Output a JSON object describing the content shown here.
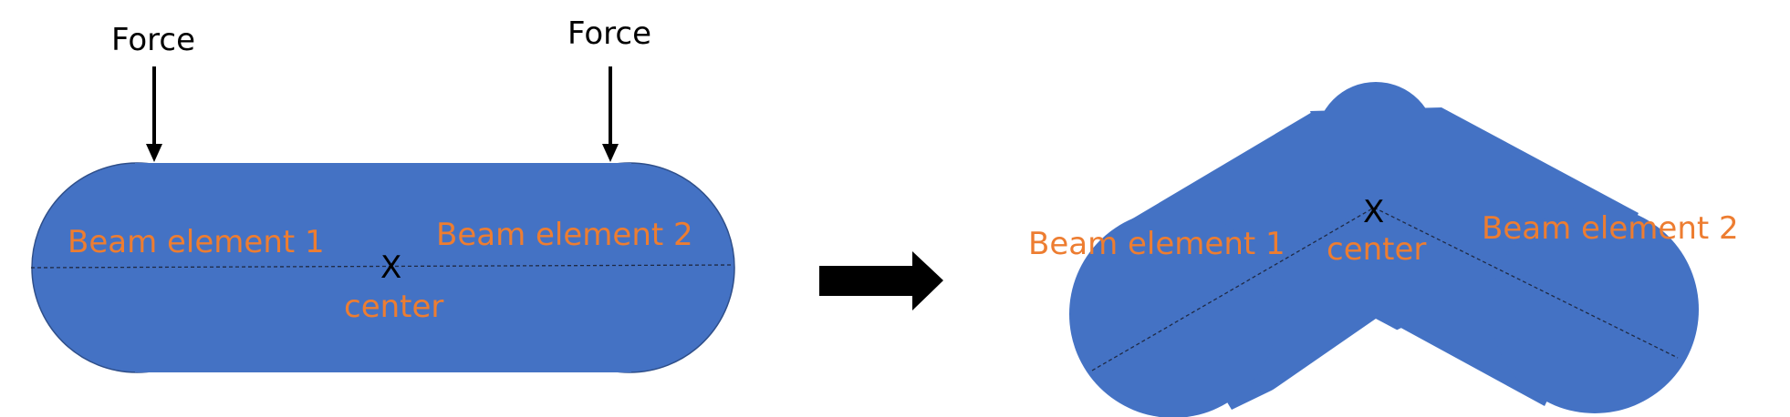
{
  "colors": {
    "beam_fill": "#4472c4",
    "beam_outline": "#2f4f8a",
    "label_orange": "#ed7d31",
    "arrow_black": "#000000"
  },
  "left": {
    "force_1": "Force",
    "force_2": "Force",
    "beam_1": "Beam element 1",
    "beam_2": "Beam element 2",
    "center_mark": "X",
    "center_label": "center"
  },
  "right": {
    "beam_1": "Beam element 1",
    "beam_2": "Beam element 2",
    "center_mark": "X",
    "center_label": "center"
  }
}
